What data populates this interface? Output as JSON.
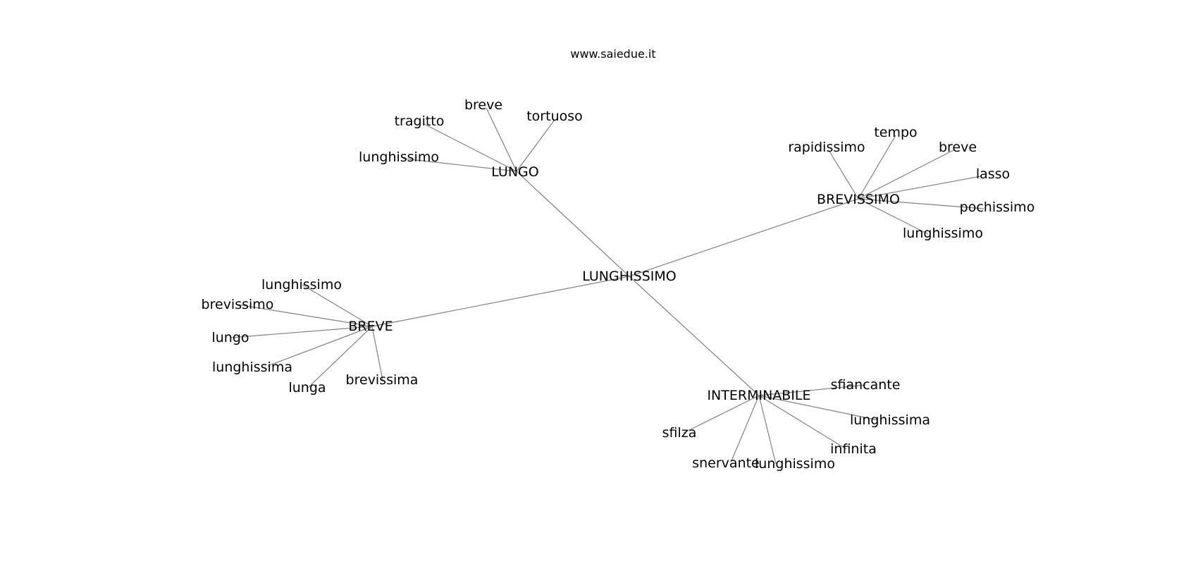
{
  "site": "www.saiedue.it",
  "nodes": {
    "lunghissimo_center": "LUNGHISSIMO",
    "lungo_hub": "LUNGO",
    "brevissimo_hub": "BREVISSIMO",
    "breve_hub": "BREVE",
    "interminabile_hub": "INTERMINABILE",
    "lungo_tragitto": "tragitto",
    "lungo_breve": "breve",
    "lungo_tortuoso": "tortuoso",
    "lungo_lunghissimo": "lunghissimo",
    "brevissimo_rapidissimo": "rapidissimo",
    "brevissimo_tempo": "tempo",
    "brevissimo_breve": "breve",
    "brevissimo_lasso": "lasso",
    "brevissimo_pochissimo": "pochissimo",
    "brevissimo_lunghissimo": "lunghissimo",
    "breve_lunghissimo": "lunghissimo",
    "breve_brevissimo": "brevissimo",
    "breve_lungo": "lungo",
    "breve_lunghissima": "lunghissima",
    "breve_lunga": "lunga",
    "breve_brevissima": "brevissima",
    "interminabile_sfiancante": "sfiancante",
    "interminabile_lunghissima": "lunghissima",
    "interminabile_infinita": "infinita",
    "interminabile_lunghissimo": "lunghissimo",
    "interminabile_snervante": "snervante",
    "interminabile_sfilza": "sfilza"
  },
  "edges": [
    [
      "lunghissimo_center",
      "lungo_hub"
    ],
    [
      "lunghissimo_center",
      "brevissimo_hub"
    ],
    [
      "lunghissimo_center",
      "breve_hub"
    ],
    [
      "lunghissimo_center",
      "interminabile_hub"
    ],
    [
      "lungo_hub",
      "lungo_tragitto"
    ],
    [
      "lungo_hub",
      "lungo_breve"
    ],
    [
      "lungo_hub",
      "lungo_tortuoso"
    ],
    [
      "lungo_hub",
      "lungo_lunghissimo"
    ],
    [
      "brevissimo_hub",
      "brevissimo_rapidissimo"
    ],
    [
      "brevissimo_hub",
      "brevissimo_tempo"
    ],
    [
      "brevissimo_hub",
      "brevissimo_breve"
    ],
    [
      "brevissimo_hub",
      "brevissimo_lasso"
    ],
    [
      "brevissimo_hub",
      "brevissimo_pochissimo"
    ],
    [
      "brevissimo_hub",
      "brevissimo_lunghissimo"
    ],
    [
      "breve_hub",
      "breve_lunghissimo"
    ],
    [
      "breve_hub",
      "breve_brevissimo"
    ],
    [
      "breve_hub",
      "breve_lungo"
    ],
    [
      "breve_hub",
      "breve_lunghissima"
    ],
    [
      "breve_hub",
      "breve_lunga"
    ],
    [
      "breve_hub",
      "breve_brevissima"
    ],
    [
      "interminabile_hub",
      "interminabile_sfiancante"
    ],
    [
      "interminabile_hub",
      "interminabile_lunghissima"
    ],
    [
      "interminabile_hub",
      "interminabile_infinita"
    ],
    [
      "interminabile_hub",
      "interminabile_lunghissimo"
    ],
    [
      "interminabile_hub",
      "interminabile_snervante"
    ],
    [
      "interminabile_hub",
      "interminabile_sfilza"
    ]
  ]
}
